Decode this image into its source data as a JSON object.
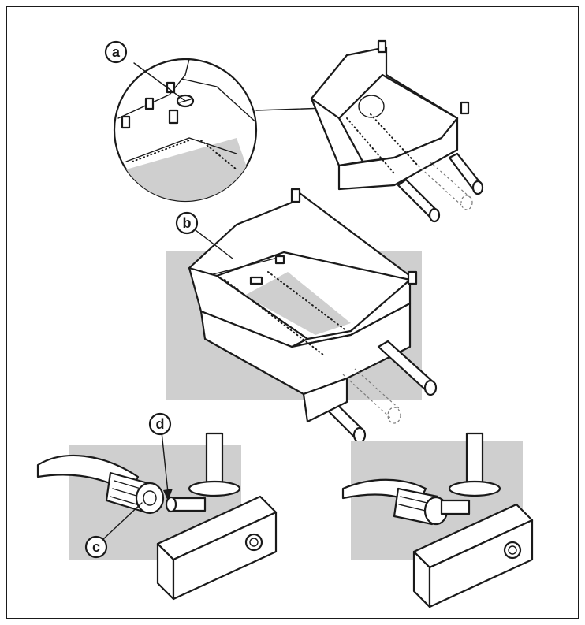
{
  "callouts": {
    "a": "a",
    "b": "b",
    "c": "c",
    "d": "d"
  },
  "colors": {
    "ink": "#1a1a1a",
    "shade": "#cfcfcf",
    "background": "#ffffff"
  }
}
